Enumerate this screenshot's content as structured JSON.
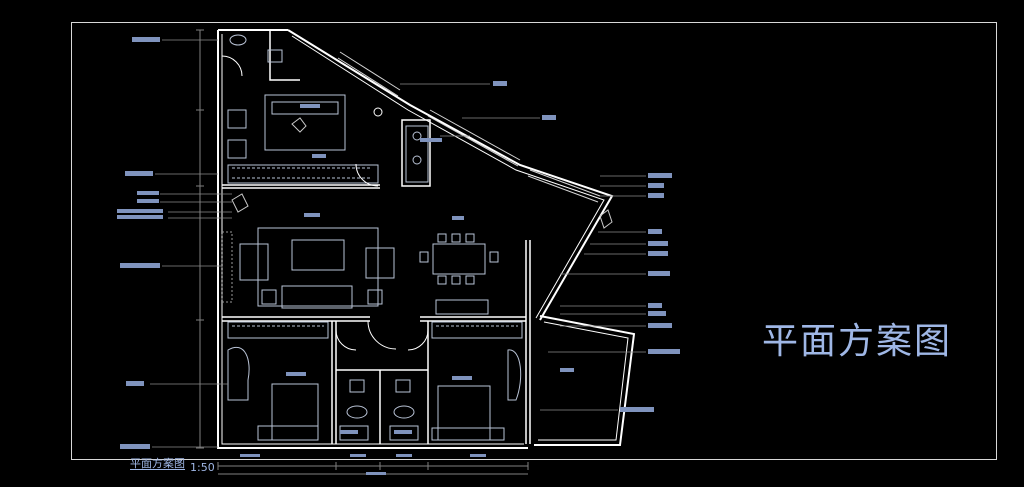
{
  "drawing": {
    "main_title": "平面方案图",
    "plan_caption": "平面方案图",
    "scale_text": "1:50"
  },
  "colors": {
    "background": "#000000",
    "wall": "#ffffff",
    "furniture": "#b9c3d6",
    "annotation": "#8fa8d8",
    "leader": "#7f7f7f",
    "title": "#9fb7e6"
  }
}
